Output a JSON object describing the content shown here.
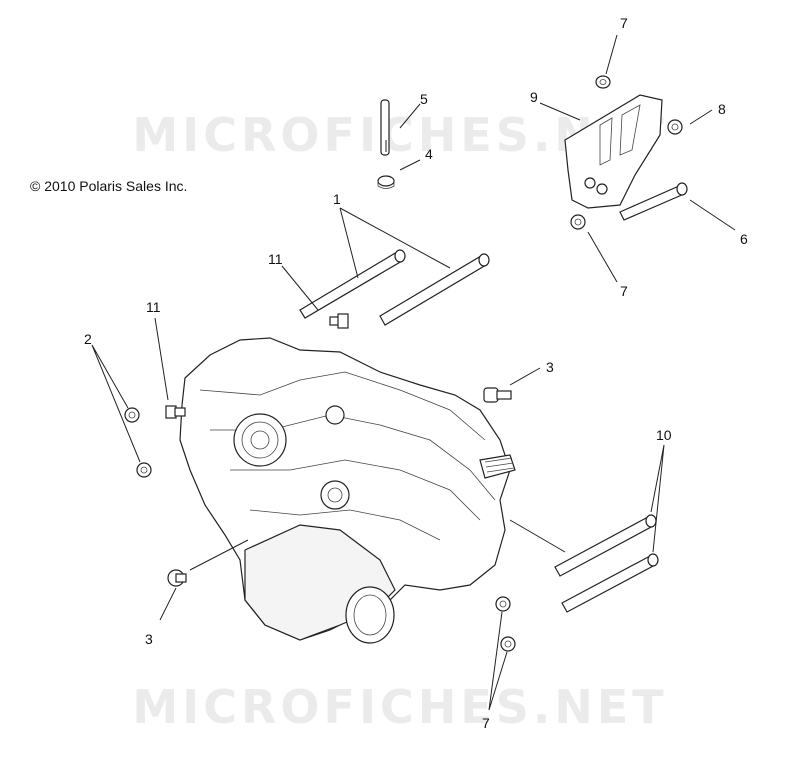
{
  "copyright": "© 2010 Polaris Sales Inc.",
  "watermark_top": "MICROFICHES.NET",
  "watermark_bottom": "MICROFICHES.NET",
  "callouts": {
    "c1": "1",
    "c2": "2",
    "c3a": "3",
    "c3b": "3",
    "c4": "4",
    "c5": "5",
    "c6": "6",
    "c7a": "7",
    "c7b": "7",
    "c7c": "7",
    "c8": "8",
    "c9": "9",
    "c10": "10",
    "c11a": "11",
    "c11b": "11"
  }
}
